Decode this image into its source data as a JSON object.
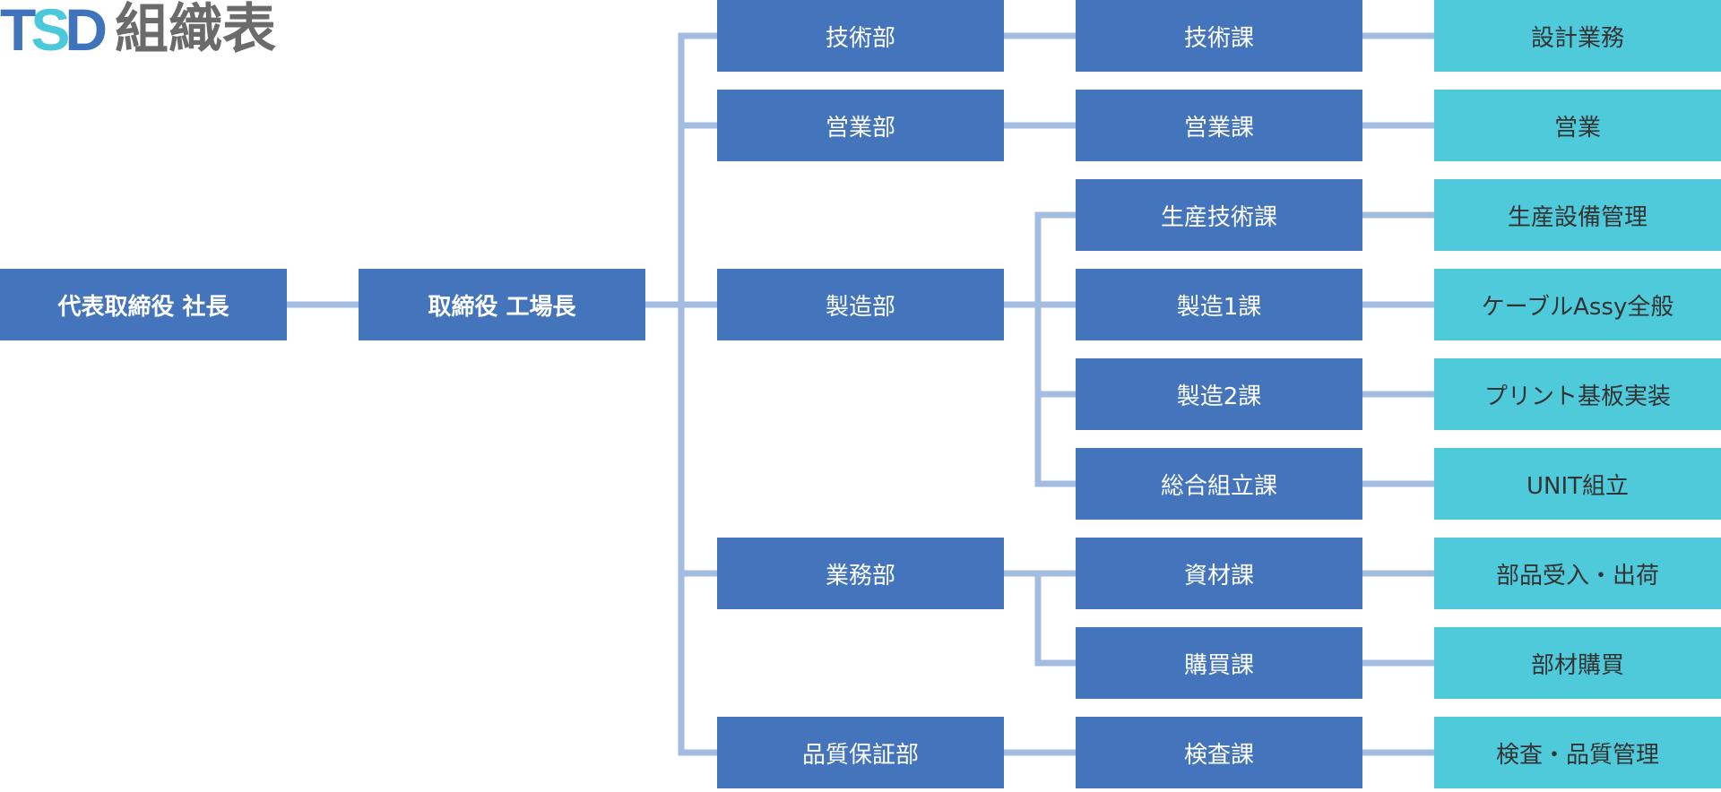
{
  "logo": {
    "mark_t": "T",
    "mark_s": "S",
    "mark_d": "D",
    "title": "組織表"
  },
  "colors": {
    "primary": "#4374bc",
    "secondary": "#4fcadb",
    "connector": "#a3bcdf",
    "logo_gray": "#6b6b6b"
  },
  "org": {
    "president": "代表取締役 社長",
    "director": "取締役 工場長",
    "departments": [
      {
        "name": "技術部",
        "sections": [
          {
            "name": "技術課",
            "duty": "設計業務"
          }
        ]
      },
      {
        "name": "営業部",
        "sections": [
          {
            "name": "営業課",
            "duty": "営業"
          }
        ]
      },
      {
        "name": "製造部",
        "sections": [
          {
            "name": "生産技術課",
            "duty": "生産設備管理"
          },
          {
            "name": "製造1課",
            "duty": "ケーブルAssy全般"
          },
          {
            "name": "製造2課",
            "duty": "プリント基板実装"
          },
          {
            "name": "総合組立課",
            "duty": "UNIT組立"
          }
        ]
      },
      {
        "name": "業務部",
        "sections": [
          {
            "name": "資材課",
            "duty": "部品受入・出荷"
          },
          {
            "name": "購買課",
            "duty": "部材購買"
          }
        ]
      },
      {
        "name": "品質保証部",
        "sections": [
          {
            "name": "検査課",
            "duty": "検査・品質管理"
          }
        ]
      }
    ]
  }
}
